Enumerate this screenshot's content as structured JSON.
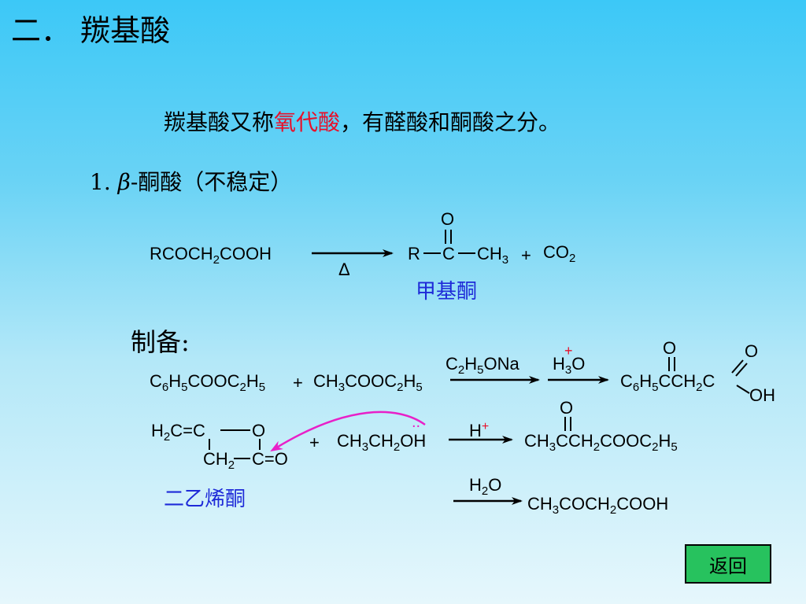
{
  "slide": {
    "title": "二．  羰基酸",
    "intro_pre": "羰基酸又称",
    "intro_red": "氧代酸",
    "intro_post": "，有醛酸和酮酸之分。",
    "section1_num": "1.  ",
    "section1_beta": "β",
    "section1_text": "-酮酸（不稳定）",
    "prep_label": "制备:",
    "back_button": "返回"
  },
  "reaction1": {
    "reactant": [
      "RCOCH",
      "2",
      "COOH"
    ],
    "condition": "Δ",
    "product_o": "O",
    "product_r": "R",
    "product_c": "C",
    "product_ch3": [
      "CH",
      "3"
    ],
    "plus": "+",
    "co2": [
      "CO",
      "2"
    ],
    "product_name": "甲基酮"
  },
  "reaction2": {
    "reactant1": [
      "C",
      "6",
      "H",
      "5",
      "COOC",
      "2",
      "H",
      "5"
    ],
    "plus": "+",
    "reactant2": [
      "CH",
      "3",
      "COOC",
      "2",
      "H",
      "5"
    ],
    "reagent1": [
      "C",
      "2",
      "H",
      "5",
      "ONa"
    ],
    "reagent2_h": "H",
    "reagent2_plus": "+",
    "reagent2_sub": "3",
    "reagent2_o": "O",
    "product_main": [
      "C",
      "6",
      "H",
      "5",
      "CCH",
      "2",
      "C"
    ],
    "product_o1": "O",
    "product_o2": "O",
    "product_oh": "OH"
  },
  "reaction3": {
    "diketene_top": [
      "H",
      "2",
      "C=C"
    ],
    "diketene_o": "O",
    "diketene_bottom_ch": [
      "CH",
      "2"
    ],
    "diketene_bottom_c": "C=O",
    "diketene_name": "二乙烯酮",
    "plus": "+",
    "ethanol": [
      "CH",
      "3",
      "CH",
      "2",
      "OH"
    ],
    "lone_pair": "..",
    "catalyst_h": "H",
    "catalyst_plus": "+",
    "product_o": "O",
    "product": [
      "CH",
      "3",
      "CCH",
      "2",
      "COOC",
      "2",
      "H",
      "5"
    ]
  },
  "reaction4": {
    "reagent": [
      "H",
      "2",
      "O"
    ],
    "product": [
      "CH",
      "3",
      "COCH",
      "2",
      "COOH"
    ]
  },
  "colors": {
    "highlight_red": "#e8102a",
    "name_blue": "#1e2ad8",
    "curved_arrow_magenta": "#e820c8",
    "button_green": "#27c25e"
  }
}
